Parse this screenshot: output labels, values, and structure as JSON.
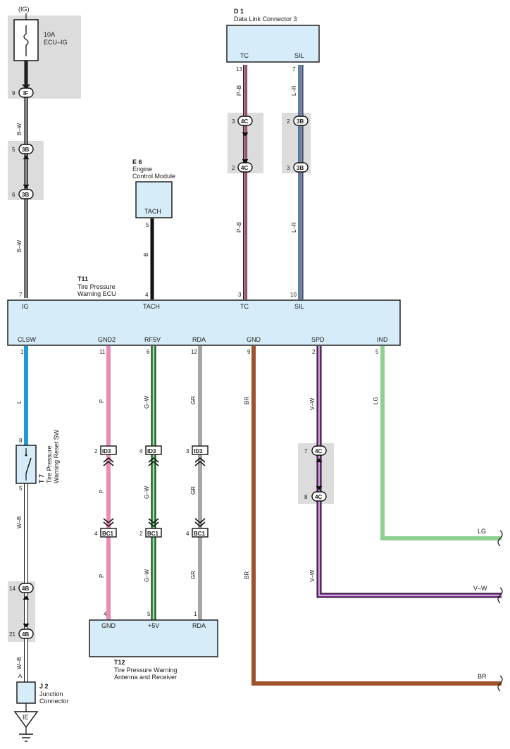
{
  "colors": {
    "B-W": "#111111",
    "B": "#111111",
    "P-B": "#e98bb8",
    "L-R": "#4aa3df",
    "L": "#1f9ad6",
    "P": "#e98bb8",
    "G-W": "#2e9a3e",
    "GR": "#a6a6a6",
    "BR": "#a0522d",
    "V-W": "#7b2c8f",
    "LG": "#8fcf94",
    "W-B": "#ffffff",
    "box_fill": "#d6ecf8",
    "shade": "#dcdcdc"
  },
  "fuse": {
    "supply": "(IG)",
    "rating": "10A",
    "name": "ECU–IG",
    "pin": "9",
    "connector": "IF"
  },
  "d1": {
    "code": "D 1",
    "name": "Data Link Connector 3",
    "tc": "TC",
    "sil": "SIL",
    "pin_tc": "13",
    "pin_sil": "7"
  },
  "e6": {
    "code": "E 6",
    "name_line1": "Engine",
    "name_line2": "Control Module",
    "tach": "TACH",
    "pin": "5"
  },
  "t11": {
    "code": "T11",
    "name_line1": "Tire Pressure",
    "name_line2": "Warning ECU",
    "top_terminals": [
      {
        "label": "IG",
        "pin": "7"
      },
      {
        "label": "TACH",
        "pin": "4"
      },
      {
        "label": "TC",
        "pin": "3"
      },
      {
        "label": "SIL",
        "pin": "10"
      }
    ],
    "bottom_terminals": [
      {
        "label": "CLSW",
        "pin": "1"
      },
      {
        "label": "GND2",
        "pin": "11"
      },
      {
        "label": "RF5V",
        "pin": "6"
      },
      {
        "label": "RDA",
        "pin": "12"
      },
      {
        "label": "GND",
        "pin": "9"
      },
      {
        "label": "SPD",
        "pin": "2"
      },
      {
        "label": "IND",
        "pin": "5"
      }
    ]
  },
  "t7": {
    "code": "T 7",
    "name_line1": "Tire Pressure",
    "name_line2": "Warning Reset SW",
    "pin_top": "8",
    "pin_bottom": "5"
  },
  "t12": {
    "code": "T12",
    "name_line1": "Tire Pressure Warning",
    "name_line2": "Antenna and Receiver",
    "terminals": [
      {
        "label": "GND",
        "pin": "4"
      },
      {
        "label": "+5V",
        "pin": "5"
      },
      {
        "label": "RDA",
        "pin": "1"
      }
    ]
  },
  "j2": {
    "code": "J 2",
    "name_line1": "Junction",
    "name_line2": "Connector",
    "pin": "A",
    "ground": "IE"
  },
  "connectors": {
    "ig_3b_top": {
      "name": "3B",
      "pin": "5"
    },
    "ig_3b_bot": {
      "name": "3B",
      "pin": "6"
    },
    "tc_4c_top": {
      "name": "4C",
      "pin": "3"
    },
    "tc_4c_bot": {
      "name": "4C",
      "pin": "2"
    },
    "sil_3b_top": {
      "name": "3B",
      "pin": "2"
    },
    "sil_3b_bot": {
      "name": "3B",
      "pin": "3"
    },
    "id3_a": {
      "name": "ID3",
      "pin": "2"
    },
    "id3_b": {
      "name": "ID3",
      "pin": "4"
    },
    "id3_c": {
      "name": "ID3",
      "pin": "3"
    },
    "bc1_a": {
      "name": "BC1",
      "pin": "4"
    },
    "bc1_b": {
      "name": "BC1",
      "pin": "2"
    },
    "bc1_c": {
      "name": "BC1",
      "pin": "4"
    },
    "spd_4c_top": {
      "name": "4C",
      "pin": "7"
    },
    "spd_4c_bot": {
      "name": "4C",
      "pin": "8"
    },
    "wb_4b_top": {
      "name": "4B",
      "pin": "14"
    },
    "wb_4b_bot": {
      "name": "4B",
      "pin": "21"
    }
  },
  "wire_codes": {
    "bw1": "B–W",
    "bw2": "B–W",
    "b": "B",
    "pb1": "P–B",
    "pb2": "P–B",
    "lr1": "L–R",
    "lr2": "L–R",
    "l": "L",
    "p1": "P",
    "p2": "P",
    "p3": "P",
    "gw1": "G–W",
    "gw2": "G–W",
    "gw3": "G–W",
    "gr1": "GR",
    "gr2": "GR",
    "gr3": "GR",
    "br1": "BR",
    "br2": "BR",
    "vw1": "V–W",
    "vw2": "V–W",
    "lg": "LG",
    "wb1": "W–B",
    "wb2": "W–B"
  },
  "exits": {
    "lg": "LG",
    "vw": "V–W",
    "br": "BR"
  }
}
